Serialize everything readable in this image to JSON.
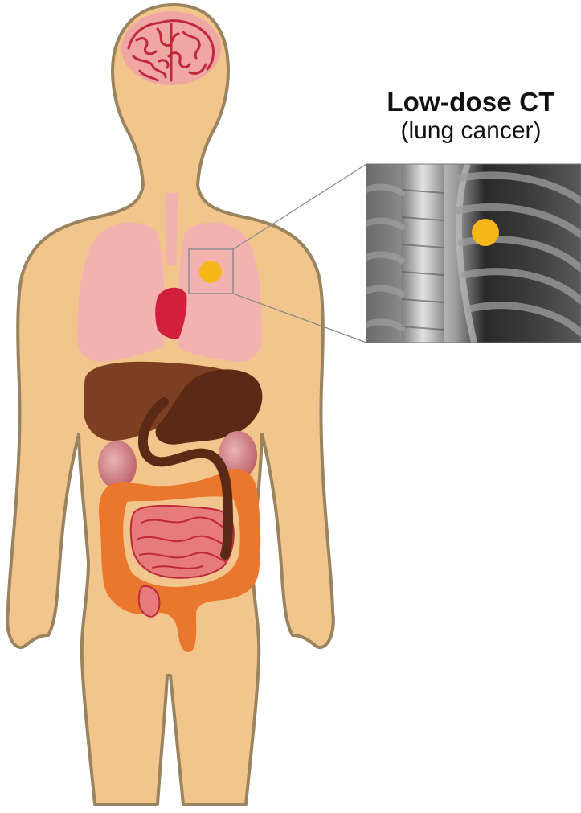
{
  "title": {
    "main": "Low-dose CT",
    "sub": "(lung cancer)"
  },
  "colors": {
    "skin": "#f2c58c",
    "skin_outline": "#9a8460",
    "lungs": "#f2b3b0",
    "heart": "#d21f3c",
    "liver": "#7d3e22",
    "stomach": "#5b2a17",
    "colon": "#e9772e",
    "small_intestine": "#e77b7b",
    "kidney": "#c9767a",
    "brain": "#f0a7a4",
    "brain_lines": "#c0283c",
    "nodule": "#f6b71b",
    "xray_dark": "#2e2e2e",
    "xray_light": "#d9d9d9"
  },
  "icons": {
    "body": "human-body-illustration",
    "xray": "chest-xray-image",
    "nodule": "tumor-nodule-marker"
  }
}
